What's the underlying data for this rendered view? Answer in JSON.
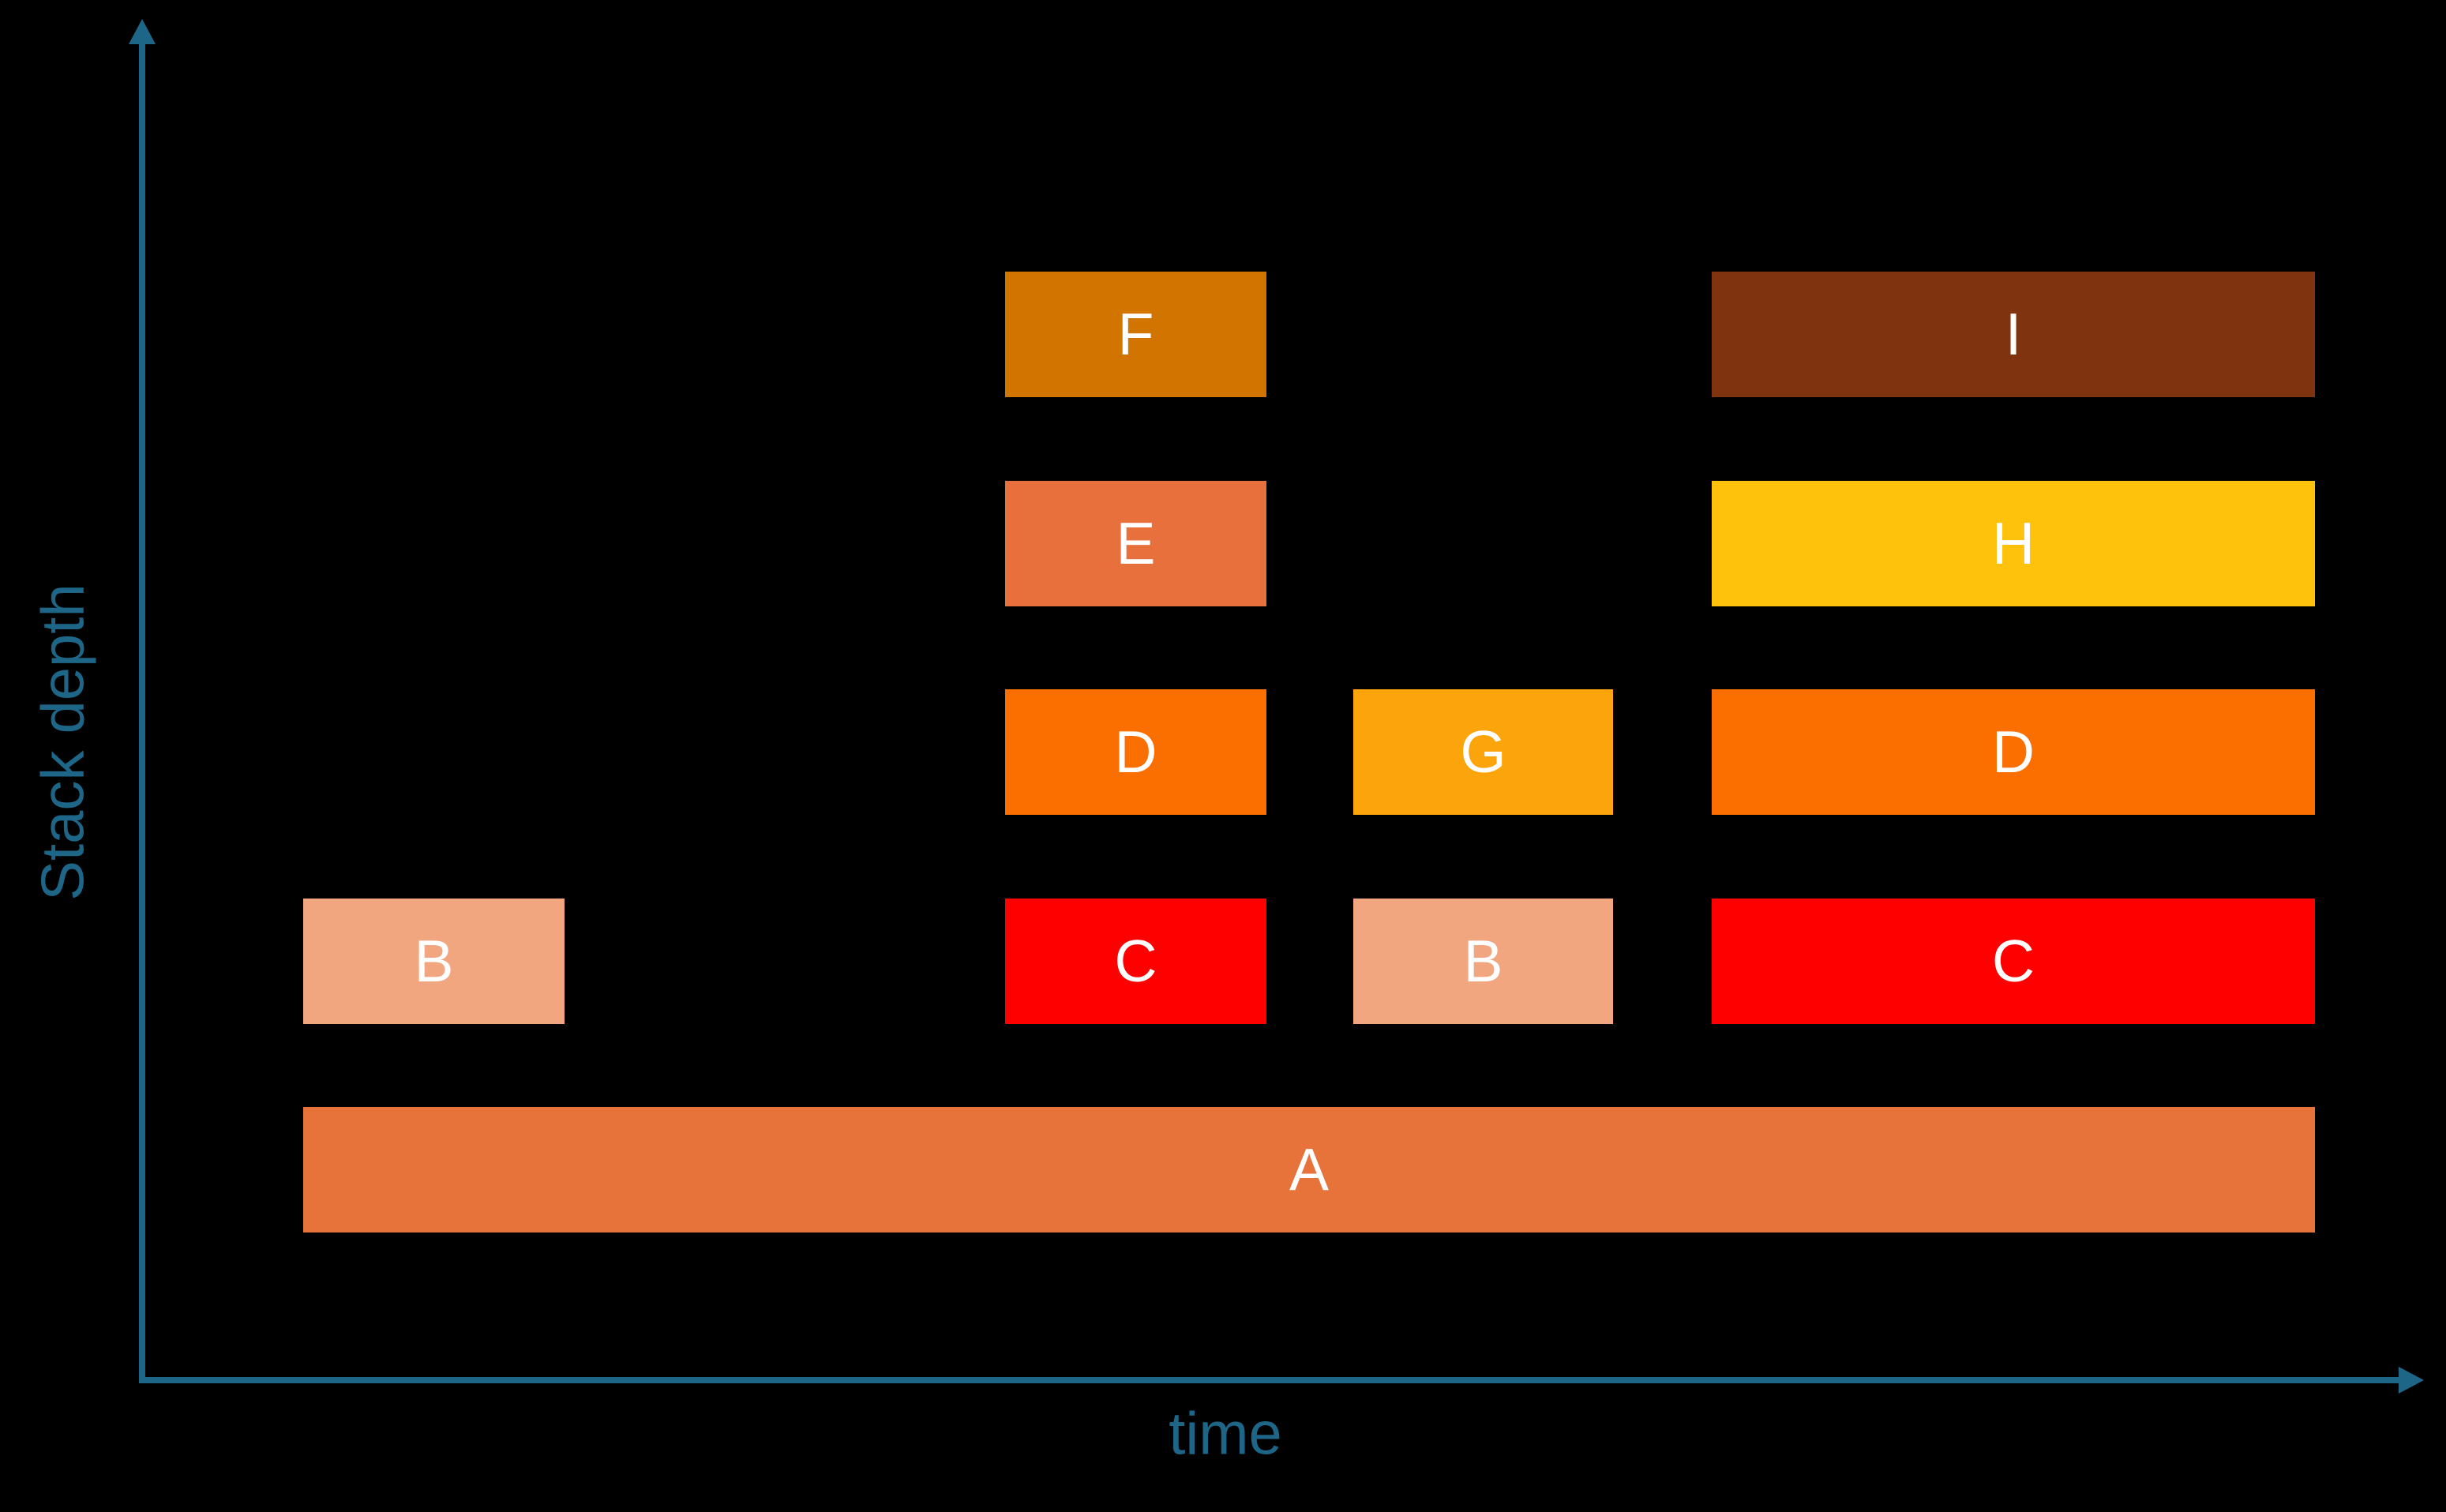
{
  "figure": {
    "background": "#000000",
    "axis_color": "#1E6687",
    "frame_text_color": "#FFFFFF",
    "grid": false,
    "legend": null,
    "tick_labels": "none shown"
  },
  "chart_data": {
    "type": "flame",
    "title": "",
    "xlabel": "time",
    "ylabel": "Stack depth",
    "x_range": [
      0,
      10
    ],
    "depth_levels": 5,
    "frames": [
      {
        "label": "A",
        "depth": 0,
        "t0": 0,
        "t1": 10,
        "color": "#E7723A"
      },
      {
        "label": "B",
        "depth": 1,
        "t0": 0,
        "t1": 1.3,
        "color": "#F2A67F"
      },
      {
        "label": "C",
        "depth": 1,
        "t0": 3.49,
        "t1": 4.79,
        "color": "#FE0000"
      },
      {
        "label": "D",
        "depth": 2,
        "t0": 3.49,
        "t1": 4.79,
        "color": "#FB6E00"
      },
      {
        "label": "E",
        "depth": 3,
        "t0": 3.49,
        "t1": 4.79,
        "color": "#E7703C"
      },
      {
        "label": "F",
        "depth": 4,
        "t0": 3.49,
        "t1": 4.79,
        "color": "#D27400"
      },
      {
        "label": "B",
        "depth": 1,
        "t0": 5.22,
        "t1": 6.51,
        "color": "#F2A67F"
      },
      {
        "label": "G",
        "depth": 2,
        "t0": 5.22,
        "t1": 6.51,
        "color": "#FCA40B"
      },
      {
        "label": "C",
        "depth": 1,
        "t0": 7.0,
        "t1": 10,
        "color": "#FE0000"
      },
      {
        "label": "D",
        "depth": 2,
        "t0": 7.0,
        "t1": 10,
        "color": "#FB6E00"
      },
      {
        "label": "H",
        "depth": 3,
        "t0": 7.0,
        "t1": 10,
        "color": "#FEC20D"
      },
      {
        "label": "I",
        "depth": 4,
        "t0": 7.0,
        "t1": 10,
        "color": "#80330F"
      }
    ]
  }
}
